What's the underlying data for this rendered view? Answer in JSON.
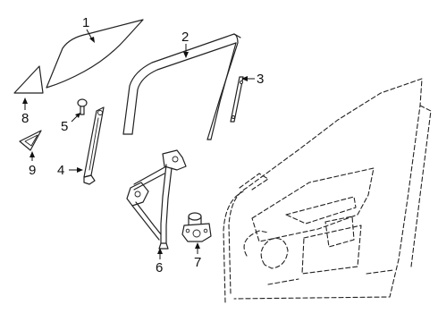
{
  "callouts": [
    {
      "id": "1",
      "text": "1"
    },
    {
      "id": "2",
      "text": "2"
    },
    {
      "id": "3",
      "text": "3"
    },
    {
      "id": "4",
      "text": "4"
    },
    {
      "id": "5",
      "text": "5"
    },
    {
      "id": "6",
      "text": "6"
    },
    {
      "id": "7",
      "text": "7"
    },
    {
      "id": "8",
      "text": "8"
    },
    {
      "id": "9",
      "text": "9"
    }
  ],
  "colors": {
    "line": "#222222",
    "background": "#ffffff"
  }
}
